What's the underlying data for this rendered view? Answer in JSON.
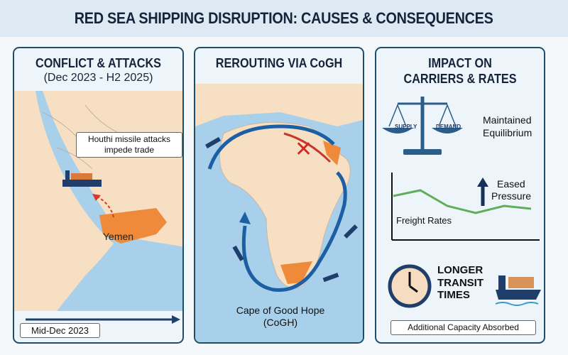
{
  "title": "RED SEA SHIPPING DISRUPTION: CAUSES & CONSEQUENCES",
  "panels": {
    "conflict": {
      "title": "CONFLICT & ATTACKS",
      "subtitle": "(Dec 2023 - H2 2025)",
      "callout": "Houthi missile attacks impede trade",
      "region_label": "Yemen",
      "timeline_label": "Mid-Dec 2023"
    },
    "rerouting": {
      "title": "REROUTING VIA CoGH",
      "cape_label": "Cape of Good Hope",
      "cape_abbr": "(CoGH)"
    },
    "impact": {
      "title_line1": "IMPACT ON",
      "title_line2": "CARRIERS & RATES",
      "scale_left": "SUPPLY",
      "scale_right": "DEMAND",
      "equilibrium_line1": "Maintained",
      "equilibrium_line2": "Equilibrium",
      "pressure_line1": "Eased",
      "pressure_line2": "Pressure",
      "chart_label": "Freight Rates",
      "transit_line1": "LONGER",
      "transit_line2": "TRANSIT",
      "transit_line3": "TIMES",
      "capacity_label": "Additional Capacity Absorbed"
    }
  },
  "colors": {
    "sea": "#a9d0ea",
    "land": "#f7dfc3",
    "highlight": "#ef8a3a",
    "route": "#1d5fa3",
    "border": "#1f4e6b",
    "rates_line": "#5fae5a"
  }
}
